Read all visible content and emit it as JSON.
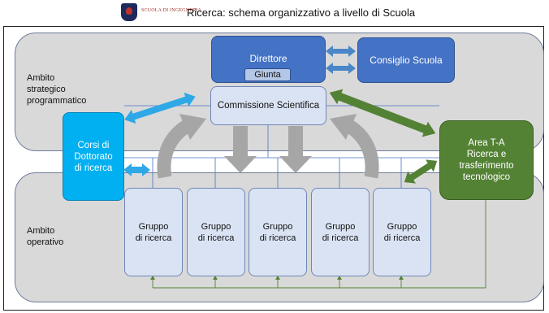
{
  "header": {
    "title": "Ricerca: schema organizzativo a livello di Scuola",
    "logo_text": "SCUOLA DI INGEGNERIA"
  },
  "zones": {
    "strategic": [
      "Ambito",
      "strategico",
      "programmatico"
    ],
    "operational": [
      "Ambito",
      "operativo"
    ]
  },
  "nodes": {
    "direttore": "Direttore",
    "giunta": "Giunta",
    "consiglio": "Consiglio Scuola",
    "commissione": "Commissione Scientifica",
    "corsi": [
      "Corsi di",
      "Dottorato",
      "di ricerca"
    ],
    "area": [
      "Area T-A",
      "Ricerca e",
      "trasferimento",
      "tecnologico"
    ],
    "gruppi": [
      [
        "Gruppo",
        "di ricerca"
      ],
      [
        "Gruppo",
        "di ricerca"
      ],
      [
        "Gruppo",
        "di ricerca"
      ],
      [
        "Gruppo",
        "di ricerca"
      ],
      [
        "Gruppo",
        "di ricerca"
      ]
    ]
  },
  "colors": {
    "band": "#d9d9d9",
    "governance": "#4472c4",
    "light_box": "#dae3f3",
    "doctorate": "#00b0f0",
    "area": "#548235",
    "flow_arrow": "#a6a6a6",
    "connector": "#4472c4",
    "area_connector": "#548235"
  },
  "icons": [
    "school-crest-icon"
  ]
}
